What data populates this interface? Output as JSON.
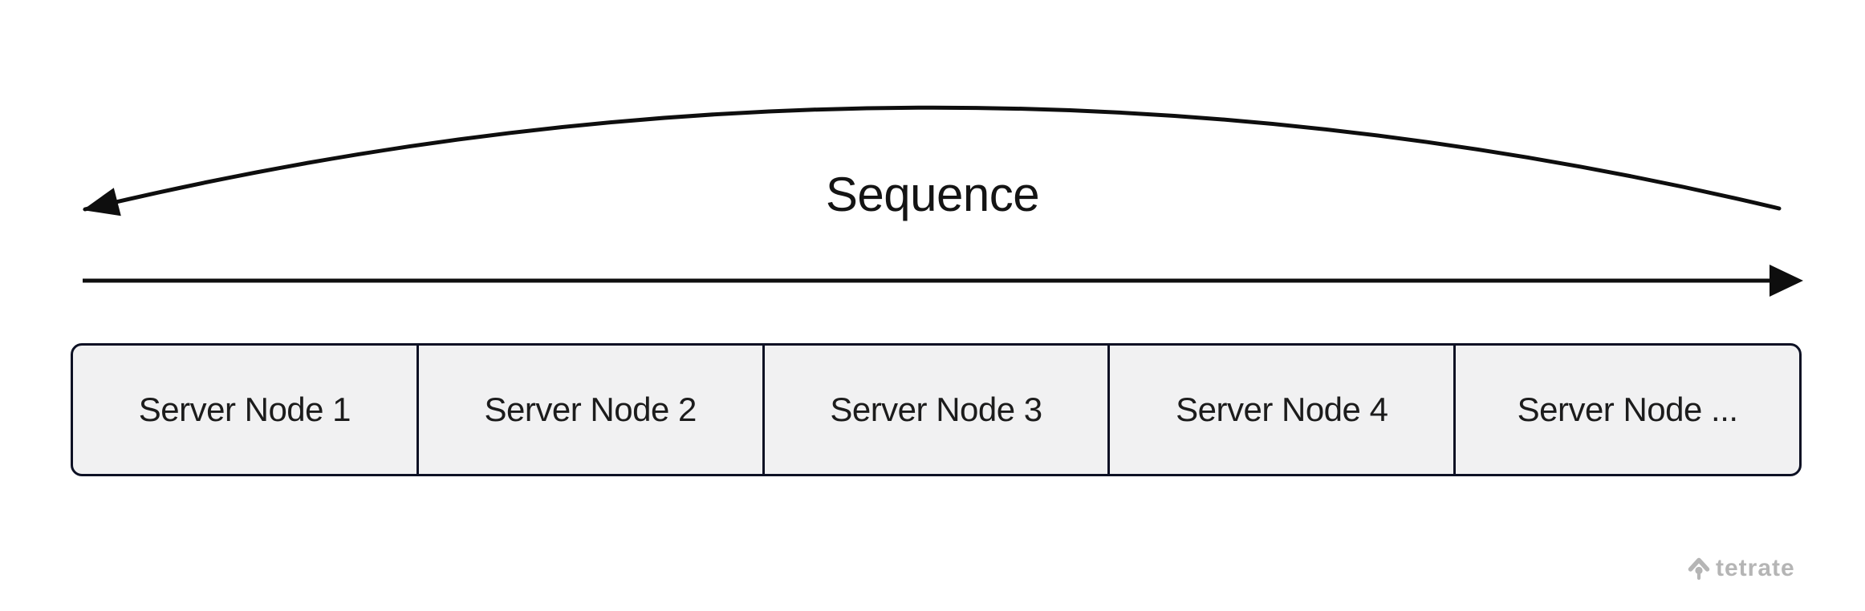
{
  "diagram": {
    "sequence_label": "Sequence",
    "nodes": [
      {
        "label": "Server Node 1"
      },
      {
        "label": "Server Node 2"
      },
      {
        "label": "Server Node 3"
      },
      {
        "label": "Server Node 4"
      },
      {
        "label": "Server Node ..."
      }
    ],
    "icons": {
      "sequence_arc": "left-arrowhead-arc-icon",
      "flow_arrow": "right-arrowhead-line-icon",
      "brand_mark": "tetrate-caret-icon"
    },
    "colors": {
      "arrow": "#0e0e0e",
      "box_fill": "#f1f1f2",
      "box_border": "#0d1124",
      "box_text": "#1c1c1c",
      "sequence_text": "#141414",
      "logo_gray": "#b5b5b5",
      "background": "#ffffff"
    }
  },
  "branding": {
    "logo_text": "tetrate"
  }
}
